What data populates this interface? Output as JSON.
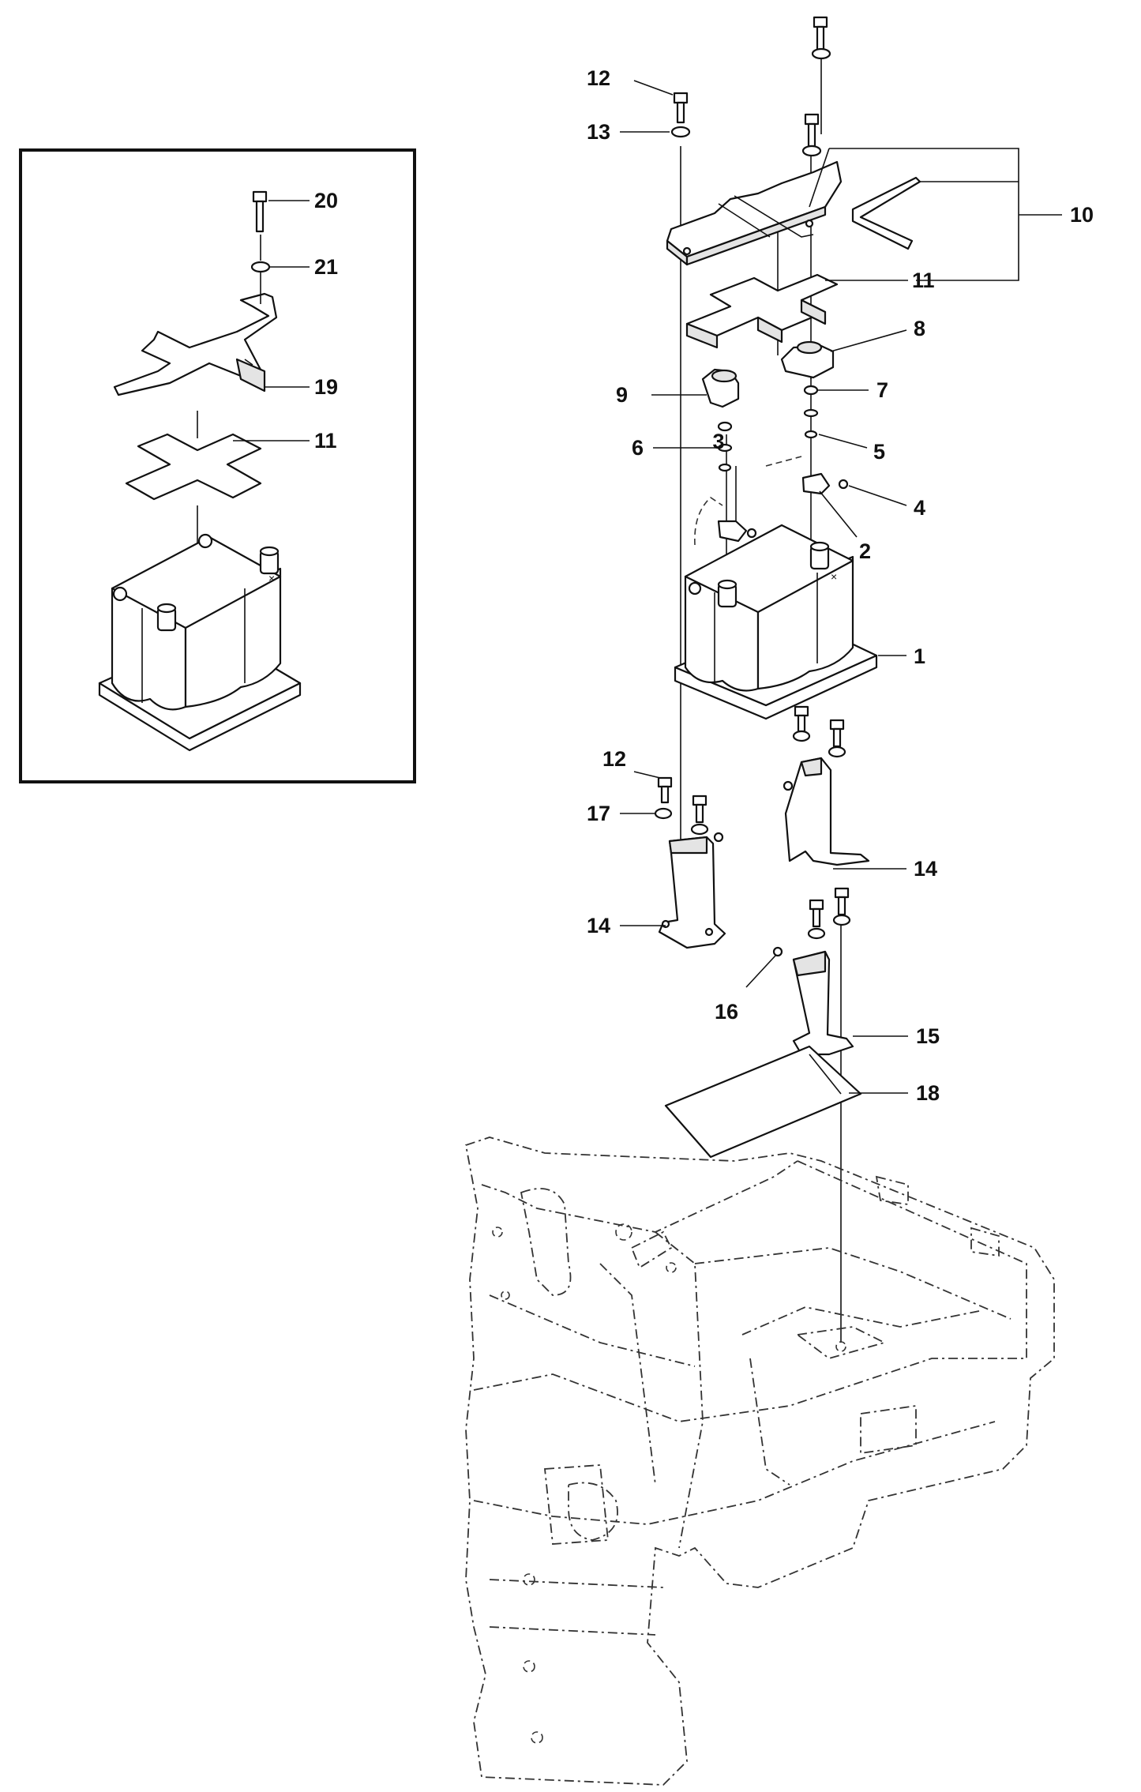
{
  "callouts": {
    "c1": "1",
    "c2": "2",
    "c3": "3",
    "c4": "4",
    "c5": "5",
    "c6": "6",
    "c7": "7",
    "c8": "8",
    "c9": "9",
    "c10": "10",
    "c11_main": "11",
    "c12_top": "12",
    "c13": "13",
    "c12_low": "12",
    "c17": "17",
    "c14_left": "14",
    "c14_right": "14",
    "c16": "16",
    "c15": "15",
    "c18": "18",
    "c20": "20",
    "c21": "21",
    "c19": "19",
    "c11_inset": "11"
  },
  "colors": {
    "line": "#111111",
    "background": "#ffffff",
    "shade": "#e4e4e4"
  }
}
